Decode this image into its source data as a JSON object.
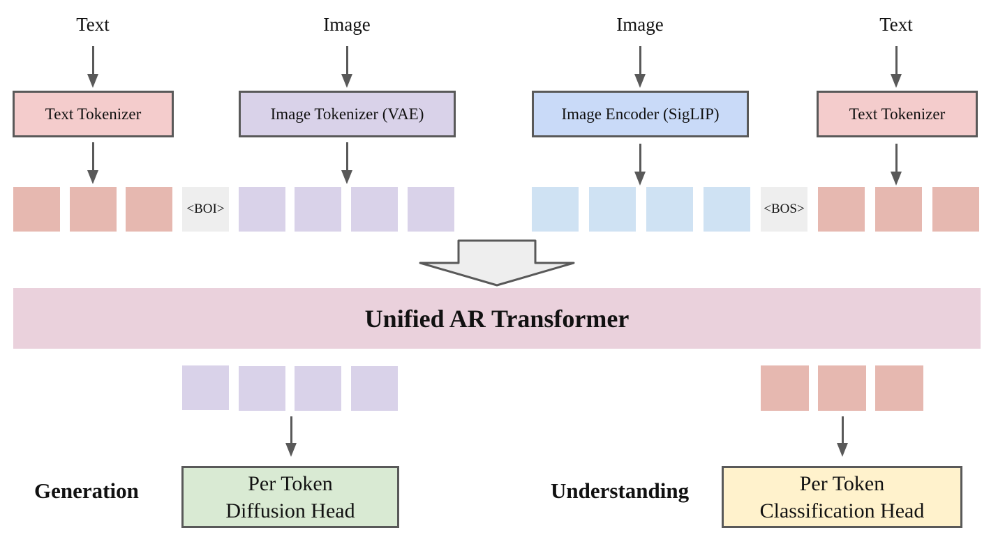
{
  "inputs": [
    {
      "label": "Text",
      "encoder": "Text Tokenizer",
      "encoder_color": "#f4cccc"
    },
    {
      "label": "Image",
      "encoder": "Image Tokenizer (VAE)",
      "encoder_color": "#d9d2e9"
    },
    {
      "label": "Image",
      "encoder": "Image Encoder (SigLIP)",
      "encoder_color": "#c9daf8"
    },
    {
      "label": "Text",
      "encoder": "Text Tokenizer",
      "encoder_color": "#f4cccc"
    }
  ],
  "special_tokens": {
    "boi": "<BOI>",
    "bos": "<BOS>"
  },
  "token_colors": {
    "text": "#e6b8b0",
    "vae": "#d9d2e9",
    "siglip": "#cfe2f3",
    "special": "#eeeeee"
  },
  "transformer": {
    "label": "Unified AR Transformer",
    "color": "#ead1dc"
  },
  "outputs": {
    "generation": {
      "label": "Generation",
      "head_line1": "Per Token",
      "head_line2": "Diffusion Head",
      "color": "#d9ead3"
    },
    "understanding": {
      "label": "Understanding",
      "head_line1": "Per Token",
      "head_line2": "Classification Head",
      "color": "#fff2cc"
    }
  }
}
